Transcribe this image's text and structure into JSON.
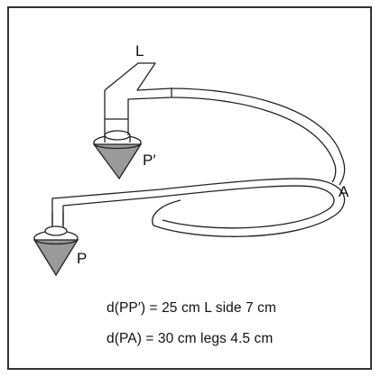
{
  "labels": {
    "L": "L",
    "A": "A",
    "P_prime": "P′",
    "P": "P"
  },
  "info": {
    "line1": "d(PP′) = 25  cm L side 7 cm",
    "line2": "d(PA) = 30 cm legs 4.5 cm"
  },
  "colors": {
    "stroke": "#222222",
    "cone_fill": "#9a9a9a",
    "tube_fill": "#ffffff",
    "frame": "#333333"
  }
}
